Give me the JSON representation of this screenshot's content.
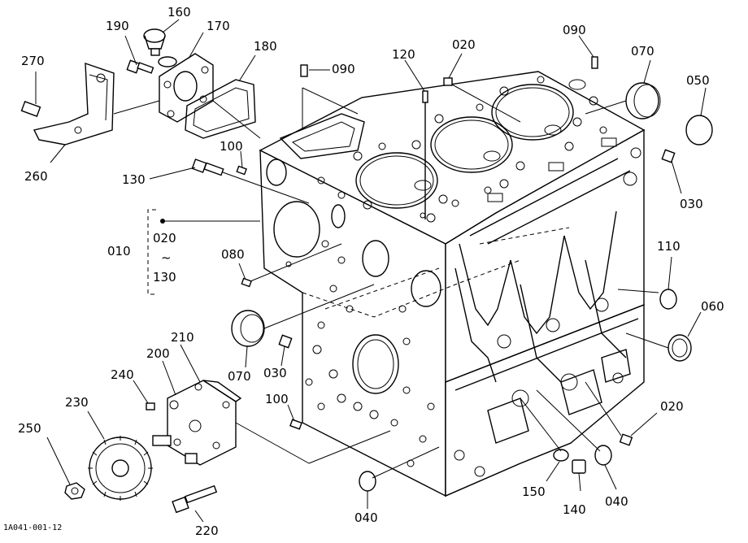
{
  "diagram": {
    "reference_code": "1A041-001-12",
    "callouts": [
      "010",
      "020",
      "030",
      "040",
      "050",
      "060",
      "070",
      "080",
      "090",
      "100",
      "110",
      "120",
      "130",
      "140",
      "150",
      "160",
      "170",
      "180",
      "190",
      "200",
      "210",
      "220",
      "230",
      "240",
      "250",
      "260",
      "270"
    ],
    "group_callout": {
      "number": "010",
      "range_start": "020",
      "range_mark": "~",
      "range_end": "130"
    },
    "labels": {
      "c270": "270",
      "c190": "190",
      "c160": "160",
      "c170": "170",
      "c180": "180",
      "c260": "260",
      "c100a": "100",
      "c130": "130",
      "c090a": "090",
      "c120": "120",
      "c020a": "020",
      "c090b": "090",
      "c070a": "070",
      "c050": "050",
      "c030a": "030",
      "c110": "110",
      "c060": "060",
      "c080": "080",
      "c070b": "070",
      "c030b": "030",
      "c210": "210",
      "c200": "200",
      "c240": "240",
      "c230": "230",
      "c250": "250",
      "c100b": "100",
      "c020b": "020",
      "c150": "150",
      "c140": "140",
      "c040a": "040",
      "c040b": "040",
      "c220": "220"
    }
  }
}
